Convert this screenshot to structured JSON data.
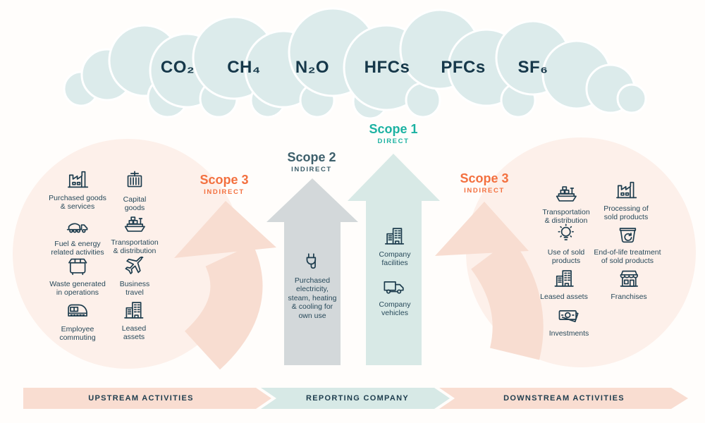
{
  "cloud": {
    "gases": [
      "CO₂",
      "CH₄",
      "N₂O",
      "HFCs",
      "PFCs",
      "SF₆"
    ]
  },
  "scopes": {
    "scope1": {
      "name": "Scope 1",
      "type": "DIRECT"
    },
    "scope2": {
      "name": "Scope 2",
      "type": "INDIRECT"
    },
    "scope3_upstream": {
      "name": "Scope 3",
      "type": "INDIRECT"
    },
    "scope3_downstream": {
      "name": "Scope 3",
      "type": "INDIRECT"
    }
  },
  "upstream": {
    "band_label": "UPSTREAM ACTIVITIES",
    "items": [
      {
        "icon": "factory-icon",
        "label": "Purchased goods\n& services"
      },
      {
        "icon": "container-crane-icon",
        "label": "Capital\ngoods"
      },
      {
        "icon": "haul-truck-icon",
        "label": "Fuel & energy\nrelated activities"
      },
      {
        "icon": "cargo-ship-icon",
        "label": "Transportation\n& distribution"
      },
      {
        "icon": "waste-container-icon",
        "label": "Waste generated\nin operations"
      },
      {
        "icon": "airplane-icon",
        "label": "Business\ntravel"
      },
      {
        "icon": "train-icon",
        "label": "Employee\ncommuting"
      },
      {
        "icon": "office-building-icon",
        "label": "Leased\nassets"
      }
    ]
  },
  "reporting": {
    "band_label": "REPORTING COMPANY",
    "scope2_items": [
      {
        "icon": "power-plug-icon",
        "label": "Purchased\nelectricity,\nsteam, heating\n& cooling for\nown use"
      }
    ],
    "scope1_items": [
      {
        "icon": "office-building-icon",
        "label": "Company\nfacilities"
      },
      {
        "icon": "delivery-truck-icon",
        "label": "Company\nvehicles"
      }
    ]
  },
  "downstream": {
    "band_label": "DOWNSTREAM ACTIVITIES",
    "items": [
      {
        "icon": "cargo-ship-icon",
        "label": "Transportation\n& distribution"
      },
      {
        "icon": "factory-icon",
        "label": "Processing of\nsold products"
      },
      {
        "icon": "lightbulb-icon",
        "label": "Use of sold\nproducts"
      },
      {
        "icon": "recycle-bin-icon",
        "label": "End-of-life treatment\nof sold products"
      },
      {
        "icon": "office-building-icon",
        "label": "Leased assets"
      },
      {
        "icon": "storefront-icon",
        "label": "Franchises"
      },
      {
        "icon": "banknote-icon",
        "label": "Investments"
      }
    ]
  },
  "colors": {
    "navy_text": "#1e3d4e",
    "teal_accent": "#1cb2a2",
    "slate_accent": "#3d5f6b",
    "orange_accent": "#f3703f",
    "circle_fill": "#fdf0ea",
    "scope3_arrow": "#f8ddd1",
    "scope2_arrow": "#d3d8da",
    "scope1_arrow": "#d8e9e6",
    "cloud_fill": "#dcebeb",
    "band_peach": "#f9ddd1",
    "band_teal": "#d7e9e6"
  }
}
